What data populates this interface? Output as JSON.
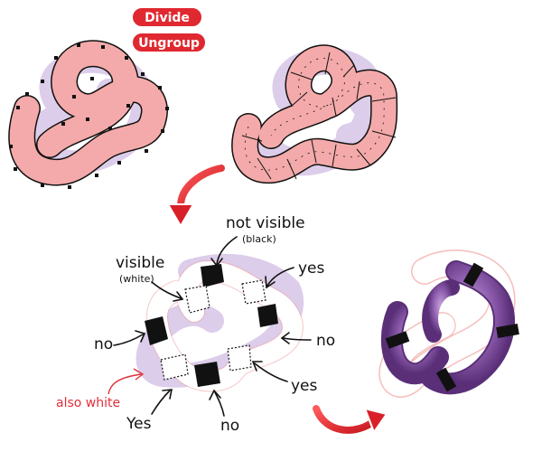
{
  "commands": {
    "divide_label": "Divide",
    "ungroup_label": "Ungroup",
    "command_color": "#e02830"
  },
  "annotations": {
    "not_visible": "not visible",
    "not_visible_sub": "(black)",
    "visible": "visible",
    "visible_sub": "(white)",
    "yes_top_right": "yes",
    "no_right": "no",
    "no_left": "no",
    "yes_right": "yes",
    "also_white": "also white",
    "yes_bottom": "Yes",
    "no_bottom": "no"
  },
  "colors": {
    "pink_fill": "#f4aaaa",
    "lavender_fill": "#dccdea",
    "purple_result": "#8a5aa8",
    "red_arrow": "#e03038",
    "black_piece": "#111111"
  }
}
